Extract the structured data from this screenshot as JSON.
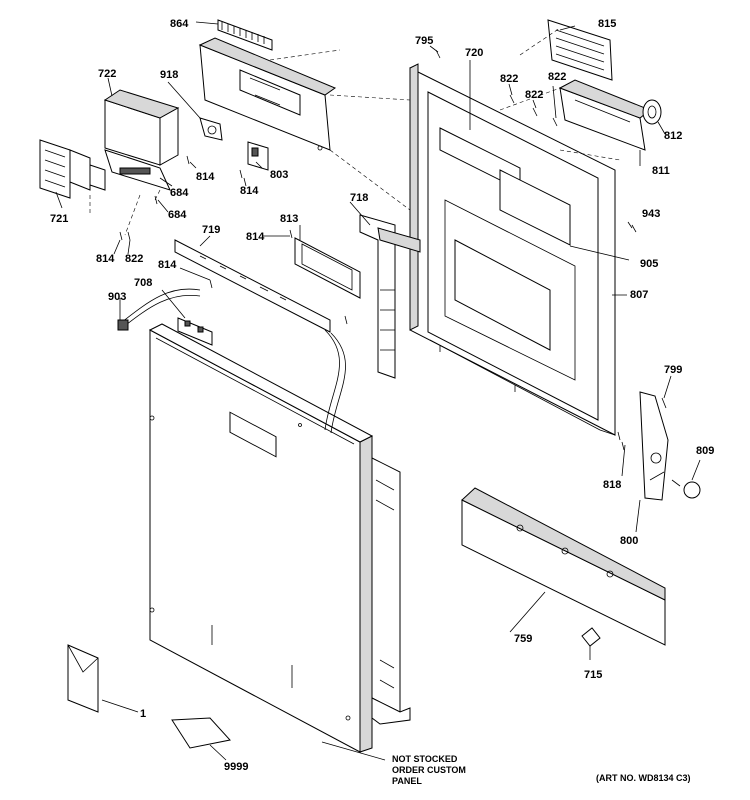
{
  "labels": {
    "p864": "864",
    "p722": "722",
    "p918": "918",
    "p721": "721",
    "p814a": "814",
    "p814b": "814",
    "p803": "803",
    "p684a": "684",
    "p684b": "684",
    "p814c": "814",
    "p822a": "822",
    "p719": "719",
    "p814d": "814",
    "p813": "813",
    "p814e": "814",
    "p708": "708",
    "p903": "903",
    "p795": "795",
    "p720": "720",
    "p822b": "822",
    "p822c": "822",
    "p822d": "822",
    "p815": "815",
    "p812": "812",
    "p811": "811",
    "p718": "718",
    "p943": "943",
    "p905": "905",
    "p807": "807",
    "p799": "799",
    "p818": "818",
    "p809": "809",
    "p800": "800",
    "p759": "759",
    "p715": "715",
    "p1": "1",
    "p9999": "9999"
  },
  "note": {
    "line1": "NOT STOCKED",
    "line2": "ORDER CUSTOM",
    "line3": "PANEL"
  },
  "art_number": "(ART NO. WD8134 C3)"
}
